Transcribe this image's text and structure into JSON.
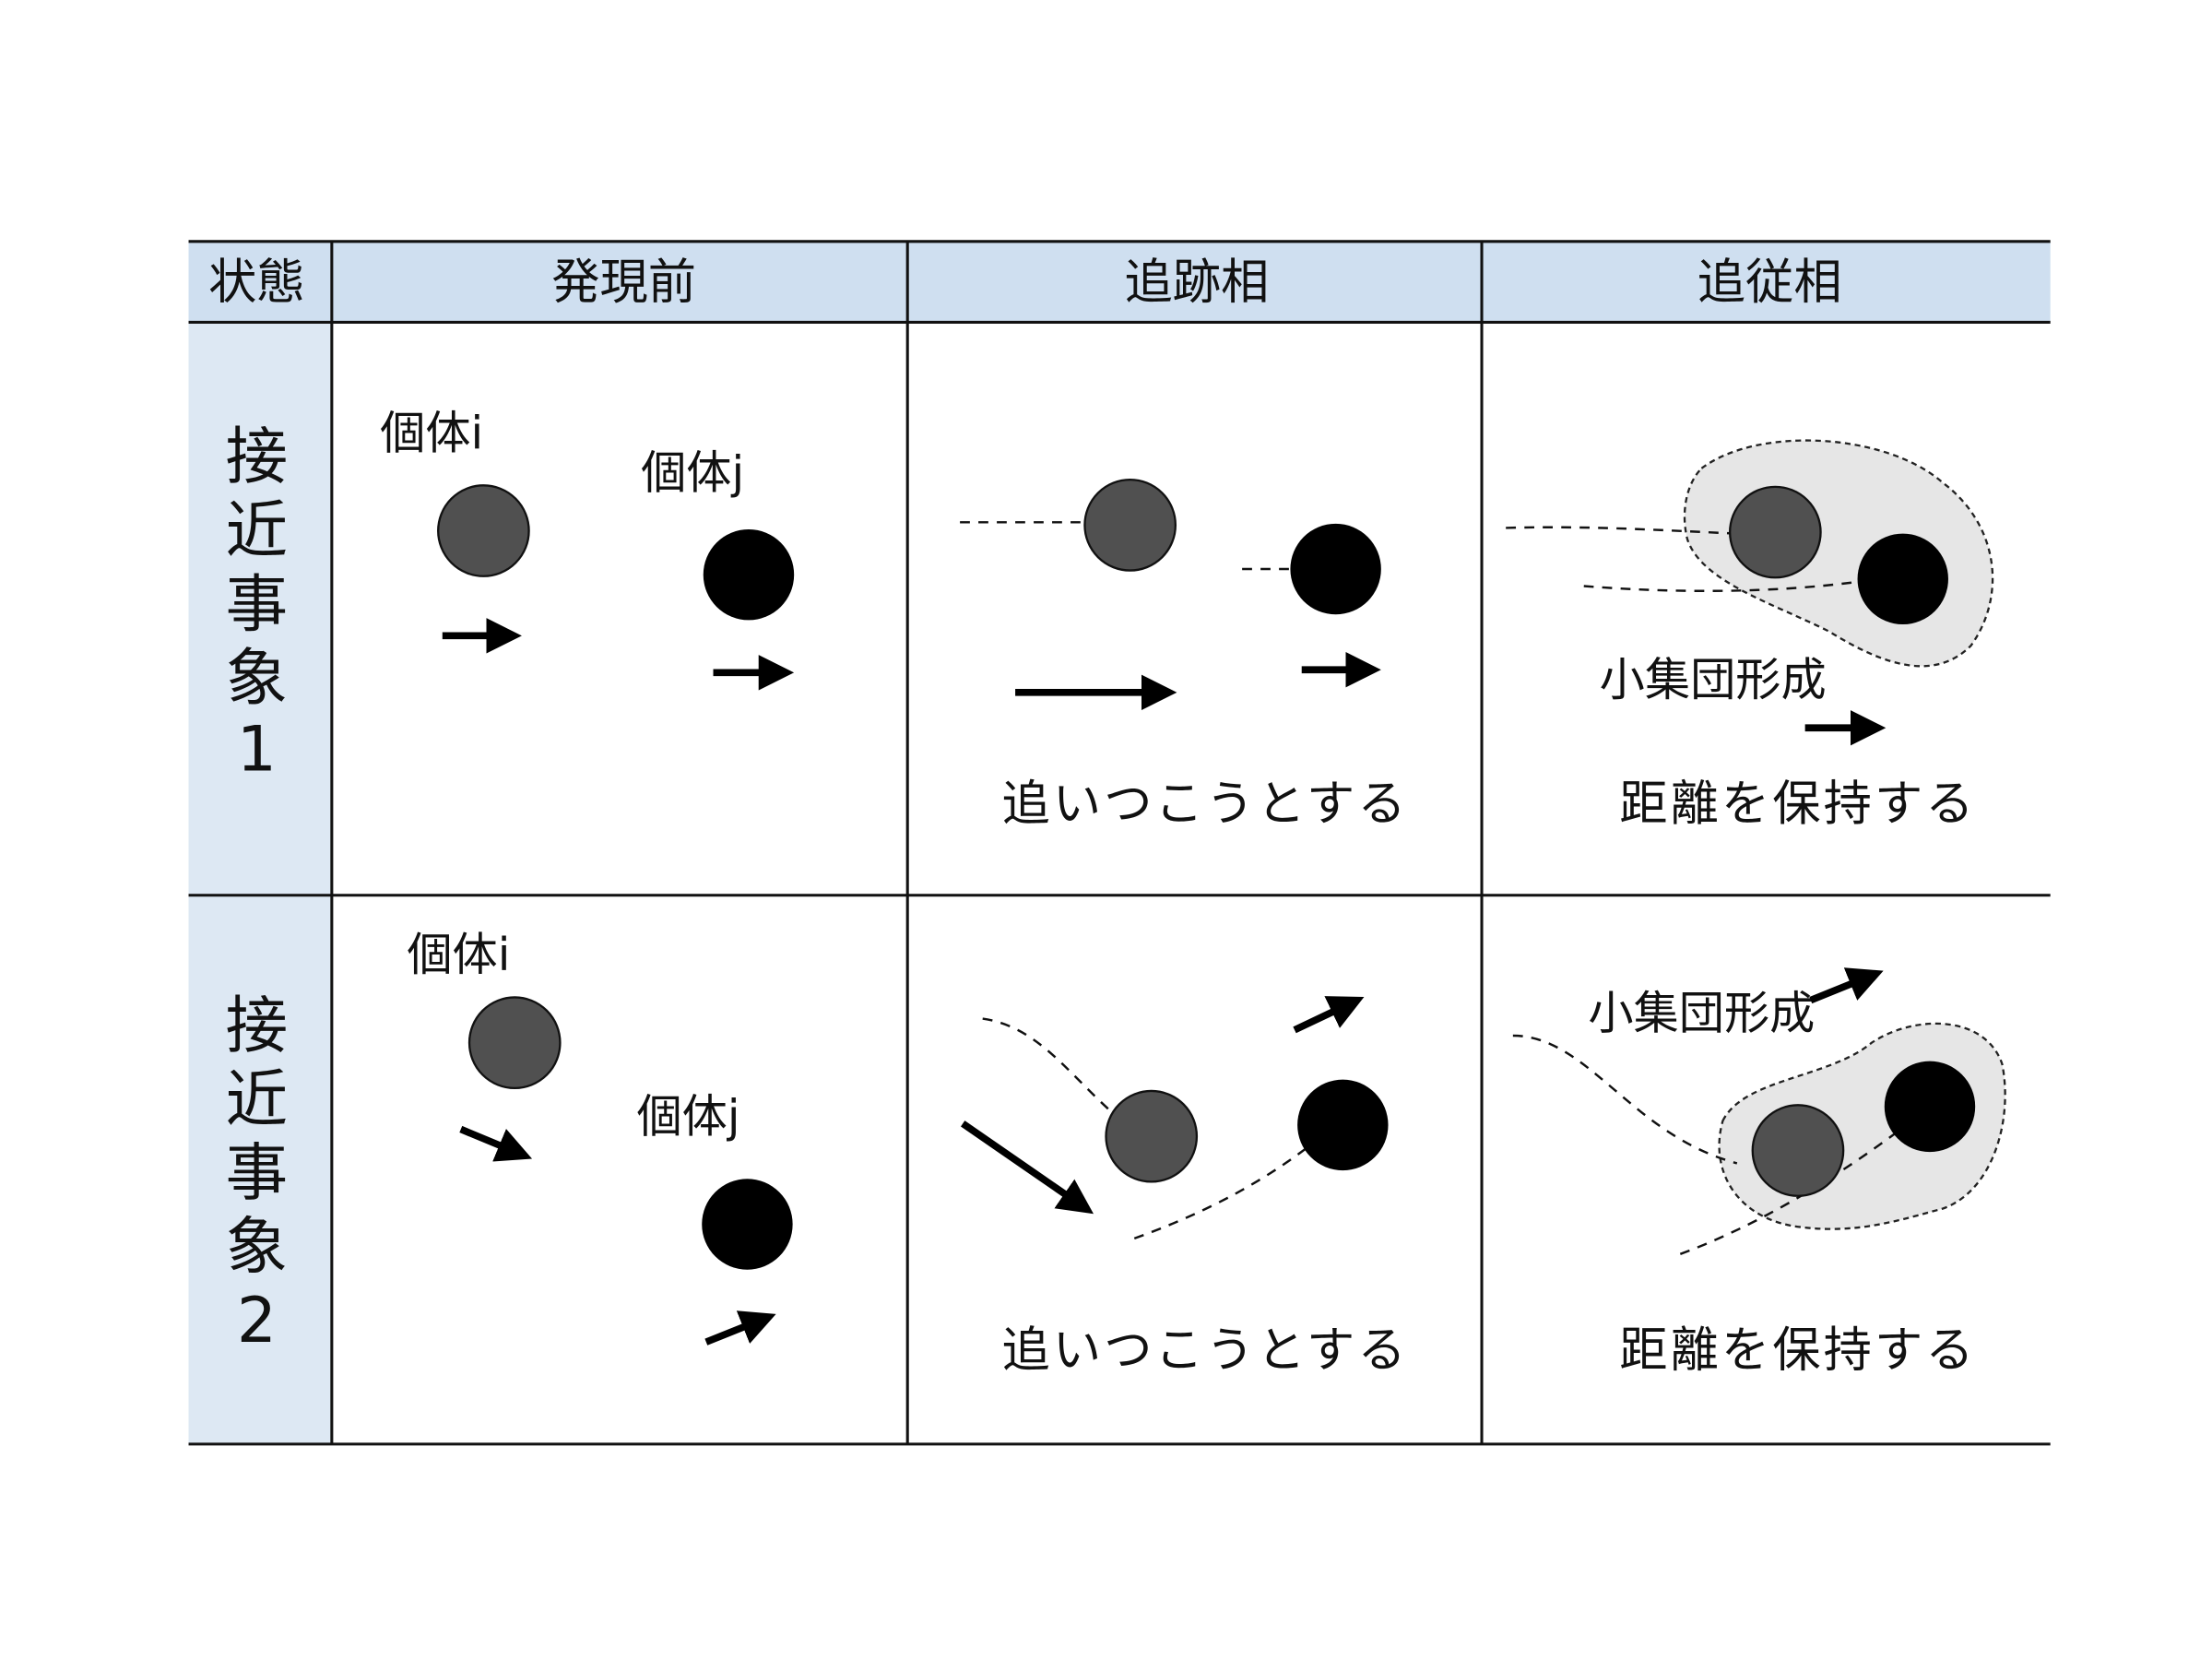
{
  "header": {
    "state": "状態",
    "col1": "発現前",
    "col2": "追跡相",
    "col3": "追従相"
  },
  "rows": [
    {
      "label_chars": [
        "接",
        "近",
        "事",
        "象",
        "1"
      ],
      "individual_i": "個体i",
      "individual_j": "個体j",
      "pursuit_caption": "追いつこうとする",
      "group_label": "小集団形成",
      "follow_caption": "距離を保持する"
    },
    {
      "label_chars": [
        "接",
        "近",
        "事",
        "象",
        "2"
      ],
      "individual_i": "個体i",
      "individual_j": "個体j",
      "pursuit_caption": "追いつこうとする",
      "group_label": "小集団形成",
      "follow_caption": "距離を保持する"
    }
  ],
  "colors": {
    "header_bg": "#cfdff0",
    "side_bg": "#dde8f3",
    "individual_i": "#505050",
    "individual_j": "#000000"
  }
}
